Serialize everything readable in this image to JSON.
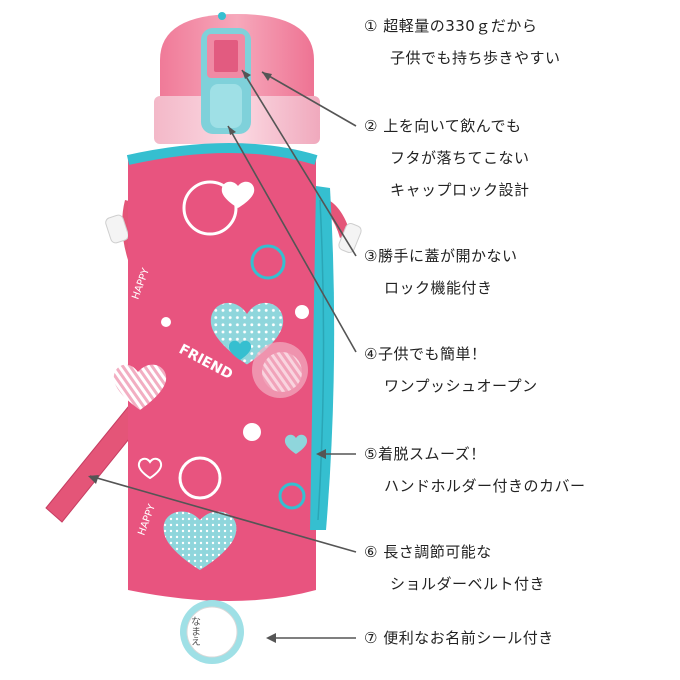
{
  "features": [
    {
      "lines": [
        "① 超軽量の330ｇだから",
        "子供でも持ち歩きやすい"
      ]
    },
    {
      "lines": [
        "② 上を向いて飲んでも",
        "フタが落ちてこない",
        "キャップロック設計"
      ]
    },
    {
      "lines": [
        "③勝手に蓋が開かない",
        "ロック機能付き"
      ]
    },
    {
      "lines": [
        "④子供でも簡単！",
        "ワンプッシュオープン"
      ]
    },
    {
      "lines": [
        "⑤着脱スムーズ！",
        "ハンドホルダー付きのカバー"
      ]
    },
    {
      "lines": [
        "⑥ 長さ調節可能な",
        "ショルダーベルト付き"
      ]
    },
    {
      "lines": [
        "⑦ 便利なお名前シール付き"
      ]
    }
  ],
  "cover_prints": {
    "word_happy": "HAPPY",
    "word_friend": "FRIEND"
  },
  "name_seal": {
    "label": "なまえ"
  },
  "colors": {
    "cover_pink": "#e8547f",
    "cap_pink": "#f4a2b6",
    "accent_cyan": "#35bfd0",
    "heart_light_blue": "#8fd6dc",
    "strap_pink": "#e45578"
  }
}
